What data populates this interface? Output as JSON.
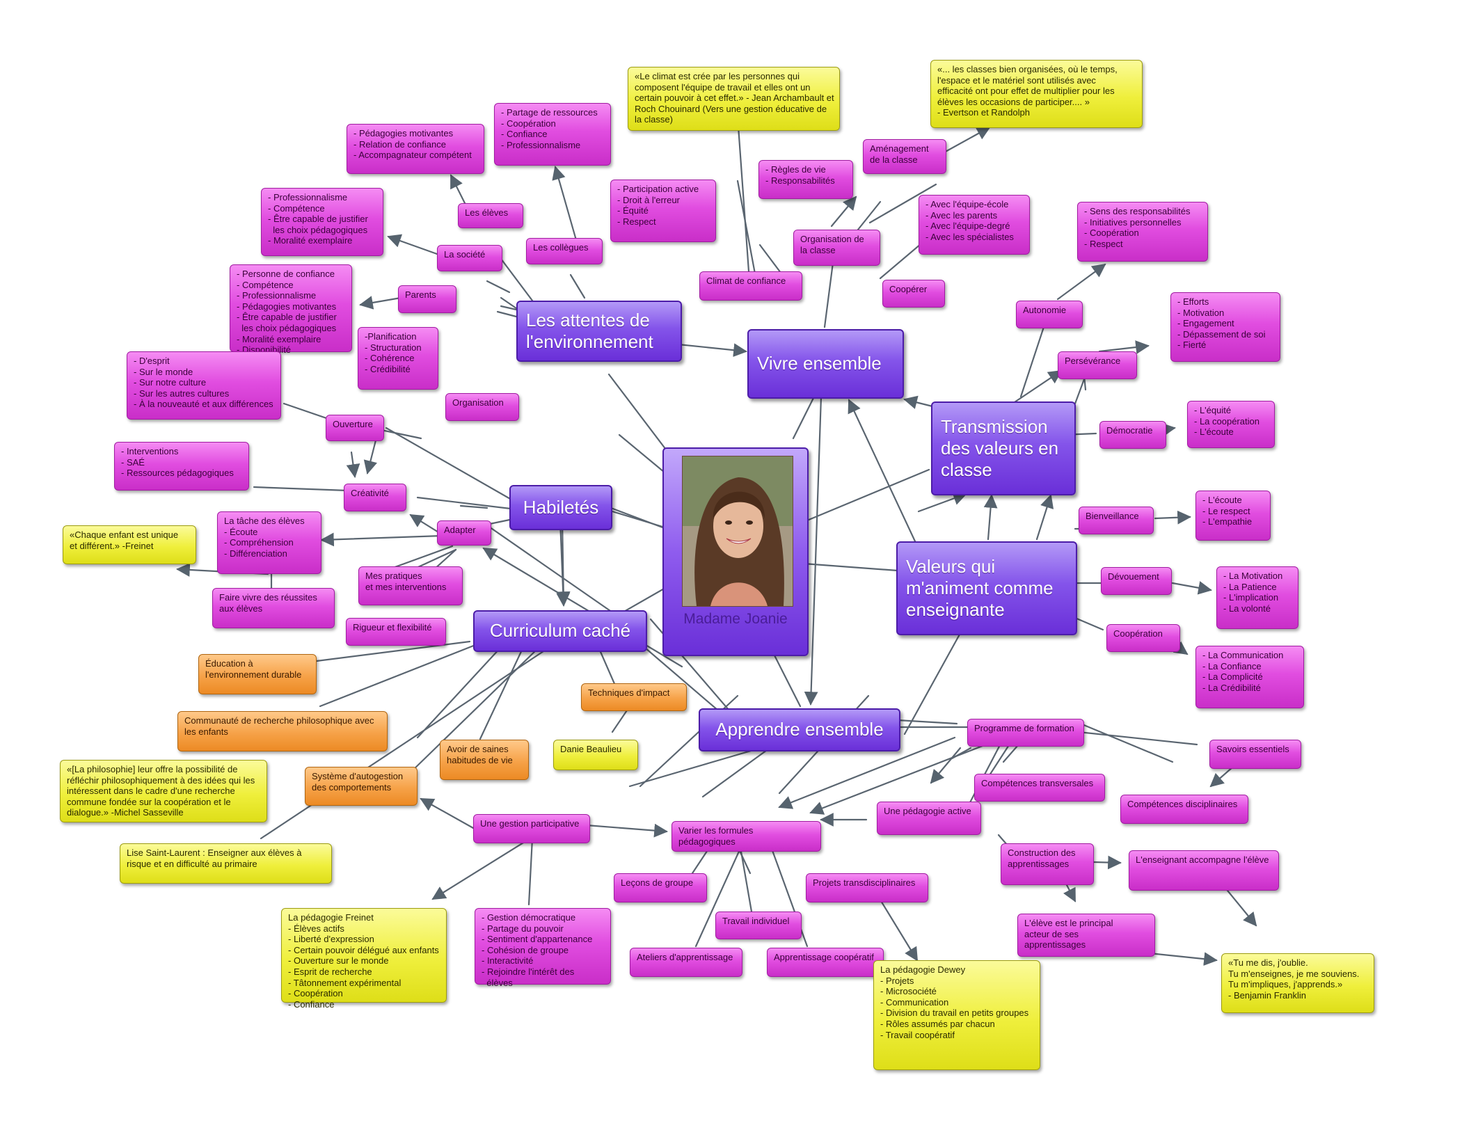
{
  "center": {
    "label": "Madame Joanie",
    "photo_icon": "portrait-photo"
  },
  "main_nodes": {
    "attentes": "Les attentes de l'environnement",
    "vivre": "Vivre ensemble",
    "transmission": "Transmission des valeurs en classe",
    "habiletes": "Habiletés",
    "valeurs": "Valeurs qui m'animent comme enseignante",
    "curriculum": "Curriculum caché",
    "apprendre": "Apprendre ensemble"
  },
  "leaves": {
    "pedagogies_motivantes": [
      "- Pédagogies motivantes",
      "- Relation de confiance",
      "- Accompagnateur compétent"
    ],
    "partage": [
      "- Partage de ressources",
      "- Coopération",
      "- Confiance",
      "- Professionnalisme"
    ],
    "climat_quote": [
      "«Le climat est crée par les personnes qui",
      "composent l'équipe de travail et elles ont un",
      "certain pouvoir à cet effet.» - Jean Archambault et",
      "Roch Chouinard (Vers une gestion éducative de",
      "la classe)"
    ],
    "evertson_quote": [
      "«... les classes bien organisées, où le temps,",
      "l'espace et le matériel sont utilisés avec",
      "efficacité ont pour effet de multiplier pour les",
      "élèves les occasions de participer.... »",
      "- Evertson et Randolph"
    ],
    "professionnalisme": [
      "- Professionnalisme",
      "- Compétence",
      "- Être capable de justifier",
      "  les choix pédagogiques",
      "- Moralité exemplaire"
    ],
    "les_eleves": "Les élèves",
    "la_societe": "La société",
    "les_collegues": "Les collègues",
    "participation": [
      "- Participation active",
      "- Droit à l'erreur",
      "- Équité",
      "- Respect"
    ],
    "regles": [
      "- Règles de vie",
      "- Responsabilités"
    ],
    "amenagement": [
      "Aménagement",
      "de la classe"
    ],
    "organisation_classe": [
      "Organisation de",
      "la classe"
    ],
    "cooperer_list": [
      "- Avec l'équipe-école",
      "- Avec les parents",
      "- Avec l'équipe-degré",
      "- Avec les spécialistes"
    ],
    "responsabilites": [
      "- Sens des responsabilités",
      "- Initiatives personnelles",
      "- Coopération",
      "- Respect"
    ],
    "climat": "Climat de confiance",
    "cooperer": "Coopérer",
    "autonomie": "Autonomie",
    "parents": "Parents",
    "personne_confiance": [
      "- Personne de confiance",
      "- Compétence",
      "- Professionnalisme",
      "- Pédagogies motivantes",
      "- Être capable de justifier",
      "  les choix pédagogiques",
      "- Moralité exemplaire",
      "- Disponibilité"
    ],
    "planification": [
      "-Planification",
      "- Structuration",
      "- Cohérence",
      "- Crédibilité"
    ],
    "efforts": [
      "- Efforts",
      "- Motivation",
      "- Engagement",
      "- Dépassement de soi",
      "- Fierté"
    ],
    "esprit": [
      "- D'esprit",
      "- Sur le monde",
      "- Sur notre culture",
      "- Sur les autres cultures",
      "- À la nouveauté et aux différences"
    ],
    "organisation": "Organisation",
    "perseverance": "Persévérance",
    "ouverture": "Ouverture",
    "equite": [
      "- L'équité",
      "- La coopération",
      "- L'écoute"
    ],
    "democratie": "Démocratie",
    "interventions": [
      "- Interventions",
      "- SAÉ",
      "- Ressources pédagogiques"
    ],
    "creativite": "Créativité",
    "ecoute": [
      "- L'écoute",
      "- Le respect",
      "- L'empathie"
    ],
    "bienveillance": "Bienveillance",
    "tache": [
      "La tâche des élèves",
      "- Écoute",
      "- Compréhension",
      "- Différenciation"
    ],
    "freinet_quote": [
      "«Chaque enfant est unique",
      "et différent.» -Freinet"
    ],
    "adapter": "Adapter",
    "mes_pratiques": [
      "Mes pratiques",
      "et mes interventions"
    ],
    "devouement": "Dévouement",
    "motivation": [
      "- La Motivation",
      "- La Patience",
      "- L'implication",
      "- La volonté"
    ],
    "faire_vivre": [
      "Faire vivre des réussites",
      "aux élèves"
    ],
    "rigueur": "Rigueur et flexibilité",
    "cooperation": "Coopération",
    "communication": [
      "- La Communication",
      "- La Confiance",
      "- La Complicité",
      "- La Crédibilité"
    ],
    "education": [
      "Éducation à",
      "l'environnement durable"
    ],
    "techniques": "Techniques d'impact",
    "communaute": [
      "Communauté de recherche philosophique avec",
      "les enfants"
    ],
    "saines": [
      "Avoir de saines",
      "habitudes de vie"
    ],
    "danie": "Danie Beaulieu",
    "programme": "Programme de formation",
    "savoirs": "Savoirs essentiels",
    "philosophie_quote": [
      "«[La philosophie] leur offre la possibilité de",
      "réfléchir philosophiquement à des idées qui les",
      "intéressent dans le cadre d'une recherche",
      "commune fondée sur la coopération et le",
      "dialogue.» -Michel Sasseville"
    ],
    "systeme": [
      "Système d'autogestion",
      "des comportements"
    ],
    "competences_transversales": "Compétences transversales",
    "competences_disciplinaires": "Compétences disciplinaires",
    "pedagogie_active": "Une pédagogie active",
    "gestion_participative": "Une gestion participative",
    "varier": [
      "Varier les formules",
      "pédagogiques"
    ],
    "lise": [
      "Lise Saint-Laurent : Enseigner aux élèves à",
      "risque et en difficulté au primaire"
    ],
    "construction": [
      "Construction des",
      "apprentissages"
    ],
    "enseignant_accompagne": "L'enseignant accompagne l'élève",
    "lecons": "Leçons de groupe",
    "projets": "Projets transdisciplinaires",
    "travail_individuel": "Travail individuel",
    "eleve_principal": [
      "L'élève est le principal",
      "acteur de ses",
      "apprentissages"
    ],
    "freinet_peda": [
      "La pédagogie Freinet",
      "- Élèves actifs",
      "- Liberté d'expression",
      "- Certain pouvoir délégué aux enfants",
      "- Ouverture sur le monde",
      "- Esprit de recherche",
      "- Tâtonnement expérimental",
      "- Coopération",
      "- Confiance"
    ],
    "gestion_democratique": [
      "- Gestion démocratique",
      "- Partage du pouvoir",
      "- Sentiment d'appartenance",
      "- Cohésion de groupe",
      "- Interactivité",
      "- Rejoindre l'intérêt des",
      "  élèves"
    ],
    "ateliers": "Ateliers d'apprentissage",
    "apprentissage_coop": "Apprentissage coopératif",
    "dewey": [
      "La pédagogie Dewey",
      "- Projets",
      "- Microsociété",
      "- Communication",
      "- Division du travail en petits groupes",
      "- Rôles assumés par chacun",
      "- Travail coopératif"
    ],
    "franklin_quote": [
      "«Tu me dis, j'oublie.",
      "Tu m'enseignes, je me souviens.",
      "Tu m'impliques, j'apprends.»",
      "- Benjamin Franklin"
    ]
  },
  "colors": {
    "main": "#7a44e4",
    "leaf_magenta": "#e14de0",
    "leaf_yellow": "#efef3c",
    "leaf_orange": "#f6a248",
    "connector": "#5a6570"
  }
}
